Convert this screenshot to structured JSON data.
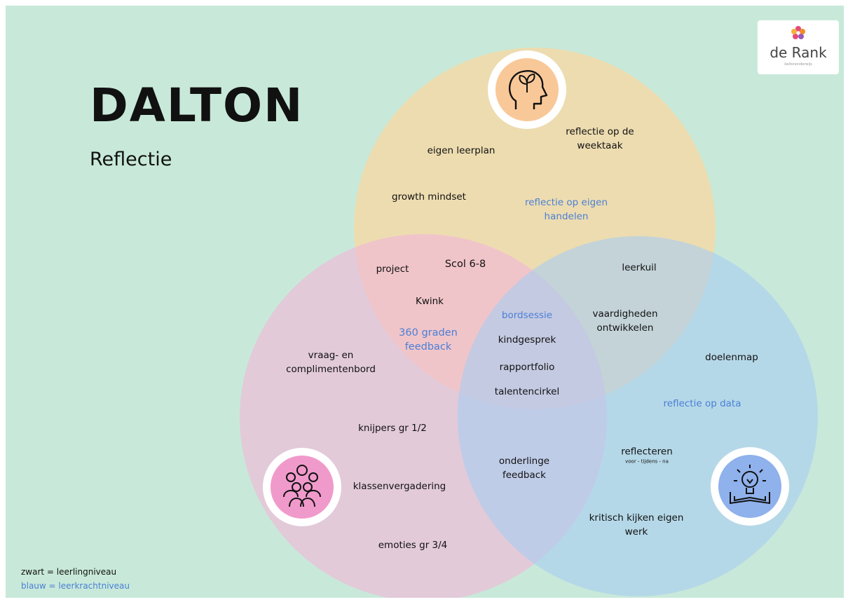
{
  "title": "DALTON",
  "subtitle": "Reflectie",
  "logo": {
    "name": "de Rank",
    "tagline": "daltononderwijs"
  },
  "colors": {
    "background": "#c8e9d9",
    "circle_top": "#f7d8a4",
    "circle_left": "#f2b6d8",
    "circle_right": "#a9cdf0",
    "icon_top": "#f9c898",
    "icon_left": "#f09acb",
    "icon_right": "#8fb1ec",
    "student_text": "#111111",
    "teacher_text": "#4a7fd6"
  },
  "icons": {
    "top": "head-sprout-icon",
    "left": "group-people-icon",
    "right": "book-lightbulb-icon"
  },
  "labels": {
    "eigen_leerplan": "eigen leerplan",
    "reflectie_weektaak": [
      "reflectie op de",
      "weektaak"
    ],
    "growth_mindset": "growth mindset",
    "reflectie_eigen_handelen": [
      "reflectie op eigen",
      "handelen"
    ],
    "project": "project",
    "scol": "Scol 6-8",
    "kwink": "Kwink",
    "graden_feedback": [
      "360 graden",
      "feedback"
    ],
    "leerkuil": "leerkuil",
    "vaardigheden": [
      "vaardigheden",
      "ontwikkelen"
    ],
    "bordsessie": "bordsessie",
    "kindgesprek": "kindgesprek",
    "rapportfolio": "rapportfolio",
    "talentencirkel": "talentencirkel",
    "vraag_bord": [
      "vraag- en",
      "complimentenbord"
    ],
    "doelenmap": "doelenmap",
    "reflectie_data": "reflectie op data",
    "knijpers": "knijpers gr 1/2",
    "onderlinge_feedback": [
      "onderlinge",
      "feedback"
    ],
    "reflecteren": "reflecteren",
    "reflecteren_sub": "voor - tijdens - na",
    "klassenvergadering": "klassenvergadering",
    "kritisch": [
      "kritisch kijken eigen",
      "werk"
    ],
    "emoties": "emoties gr 3/4"
  },
  "legend": {
    "student": "zwart = leerlingniveau",
    "teacher": "blauw = leerkrachtniveau"
  }
}
